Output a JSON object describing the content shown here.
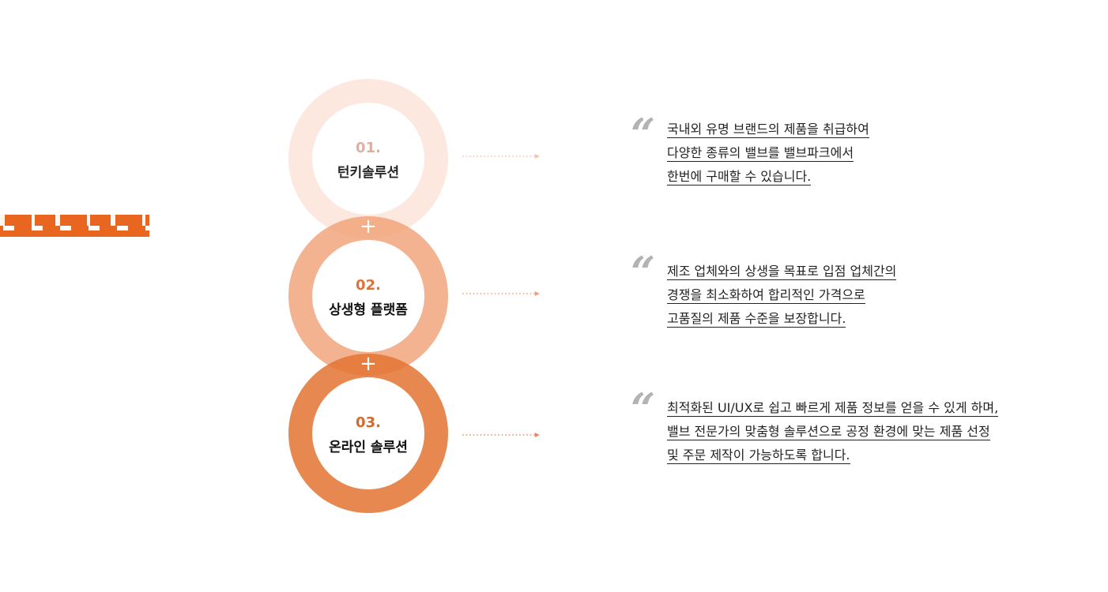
{
  "colors": {
    "accent": "#e8661f",
    "ring1": "#fce6dc",
    "ring2": "#f4b593",
    "ring3": "#e78852",
    "num1": "#d9a898",
    "num2": "#d8743e",
    "num3": "#d06a30"
  },
  "steps": [
    {
      "num": "01.",
      "title": "턴키솔루션"
    },
    {
      "num": "02.",
      "title": "상생형 플랫폼"
    },
    {
      "num": "03.",
      "title": "온라인 솔루션"
    }
  ],
  "plus_symbol": "+",
  "quote_symbol": "“",
  "descriptions": [
    {
      "lines": [
        "국내외 유명 브랜드의 제품을 취급하여",
        "다양한 종류의 밸브를 밸브파크에서",
        "한번에 구매할 수 있습니다."
      ]
    },
    {
      "lines": [
        "제조 업체와의 상생을 목표로 입점 업체간의",
        "경쟁을 최소화하여 합리적인 가격으로",
        "고품질의 제품 수준을 보장합니다."
      ]
    },
    {
      "lines": [
        "최적화된 UI/UX로 쉽고 빠르게 제품 정보를 얻을 수 있게 하며,",
        "밸브 전문가의 맞춤형 솔루션으로 공정 환경에 맞는 제품 선정",
        "및 주문 제작이 가능하도록 합니다. "
      ]
    }
  ]
}
